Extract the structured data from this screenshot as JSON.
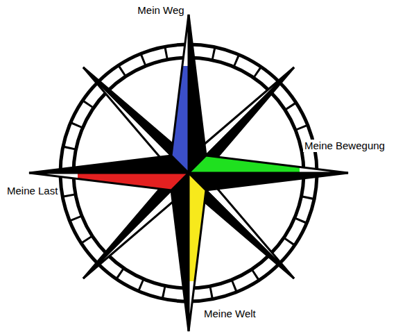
{
  "diagram": {
    "labels": [
      "Mein Weg",
      "Meine Bewegung",
      "Meine Last",
      "Meine Welt"
    ]
  }
}
